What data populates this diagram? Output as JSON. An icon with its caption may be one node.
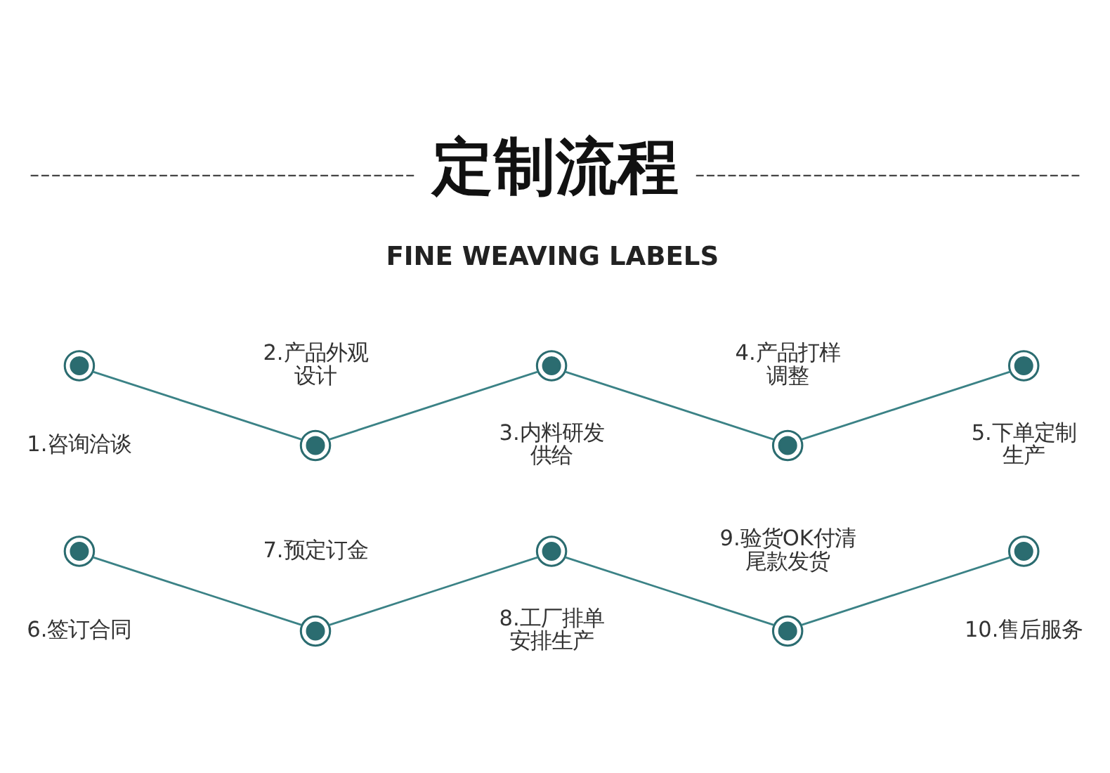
{
  "diagram": {
    "title": "定制流程",
    "nodes": [
      {
        "text": [],
        "shape": "circle",
        "beside": [
          "1.咨询洽谈"
        ]
      },
      {
        "text": [],
        "shape": "circle",
        "beside": [
          "2.产品外观设计"
        ]
      },
      {
        "text": [],
        "shape": "circle",
        "beside": [
          "3.内料研发供给"
        ]
      },
      {
        "text": [],
        "shape": "circle",
        "beside": [
          "4.产品打样调整"
        ]
      },
      {
        "text": [],
        "shape": "circle",
        "beside": [
          "5.下单定制生产"
        ]
      },
      {
        "text": [],
        "shape": "circle",
        "beside": [
          "6.签订合同"
        ]
      },
      {
        "text": [],
        "shape": "circle",
        "beside": [
          "7.预定订金"
        ]
      },
      {
        "text": [],
        "shape": "circle",
        "beside": [
          "8.工厂排单安排生产"
        ]
      },
      {
        "text": [],
        "shape": "circle",
        "beside": [
          "9.验货OK付清尾款发货"
        ]
      },
      {
        "text": [],
        "shape": "circle",
        "beside": [
          "10.售后服务"
        ]
      }
    ],
    "edges": [
      {
        "from": 0,
        "to": 1,
        "arrow": "none"
      },
      {
        "from": 1,
        "to": 2,
        "arrow": "none"
      },
      {
        "from": 2,
        "to": 3,
        "arrow": "none"
      },
      {
        "from": 3,
        "to": 4,
        "arrow": "none"
      },
      {
        "from": 5,
        "to": 6,
        "arrow": "none"
      },
      {
        "from": 6,
        "to": 7,
        "arrow": "none"
      },
      {
        "from": 7,
        "to": 8,
        "arrow": "none"
      },
      {
        "from": 8,
        "to": 9,
        "arrow": "none"
      }
    ],
    "labels": [
      "FINE WEAVING LABELS"
    ]
  }
}
